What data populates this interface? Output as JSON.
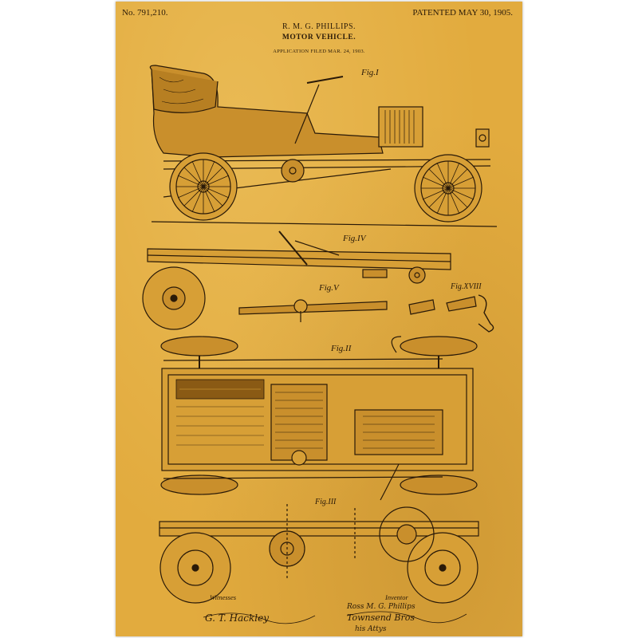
{
  "header": {
    "patent_number": "No. 791,210.",
    "patent_date": "PATENTED MAY 30, 1905.",
    "inventor": "R. M. G. PHILLIPS.",
    "title": "MOTOR VEHICLE.",
    "application": "APPLICATION FILED MAR. 24, 1903."
  },
  "figures": {
    "fig1": "Fig.I",
    "fig2": "Fig.II",
    "fig3": "Fig.III",
    "fig4": "Fig.IV",
    "fig5": "Fig.V",
    "fig18": "Fig.XVIII"
  },
  "footer": {
    "witnesses_label": "Witnesses",
    "inventor_label": "Inventor",
    "inventor_signature": "Ross M. G. Phillips",
    "attorney_signature": "Townsend Bros",
    "attorney_note": "his Attys",
    "witness_signature": "G. T. Hackley"
  }
}
